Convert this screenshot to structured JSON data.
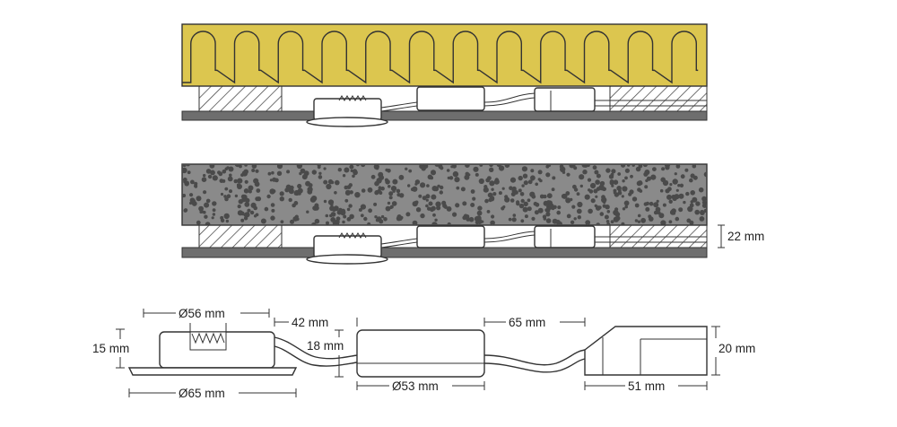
{
  "colors": {
    "insulation_fill": "#dcc64f",
    "stone_fill": "#8a8a8a",
    "stone_dots": "#4a4a4a",
    "board_fill": "#6e6e6e",
    "outline": "#333333",
    "background": "#ffffff"
  },
  "labels": {
    "install_depth": "22 mm",
    "light_outer_diameter": "Ø65 mm",
    "light_inner_diameter": "Ø56 mm",
    "light_height": "15 mm",
    "cable_1_length": "42 mm",
    "driver_height": "18 mm",
    "driver_diameter": "Ø53 mm",
    "cable_2_length": "65 mm",
    "connector_height": "20 mm",
    "connector_width": "51 mm"
  }
}
